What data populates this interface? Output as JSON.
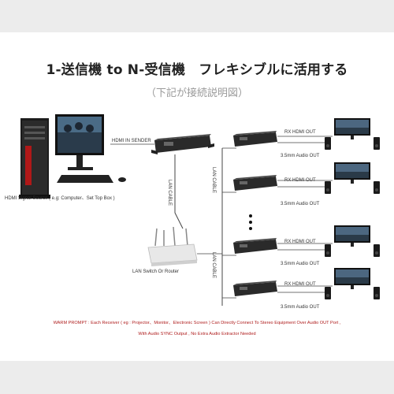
{
  "header": {
    "title": "1-送信機 to N-受信機　フレキシブルに活用する",
    "subtitle": "（下記が接続説明図）"
  },
  "labels": {
    "sender": "HDMI IN SENDER",
    "source": "HDMI Signal Source ( e.g: Computer、Set Top Box )",
    "cable_sender": "LAN CABLE",
    "cable_switch": "LAN CABLE",
    "cable_main": "LAN CABLE",
    "switch": "LAN Switch Or Router",
    "rx_out": "RX HDMI OUT",
    "audio_out": "3.5mm Audio OUT"
  },
  "receivers": [
    {
      "rx": "RX HDMI OUT",
      "audio": "3.5mm Audio OUT"
    },
    {
      "rx": "RX HDMI OUT",
      "audio": "3.5mm Audio OUT"
    },
    {
      "rx": "RX HDMI OUT",
      "audio": "3.5mm Audio OUT"
    },
    {
      "rx": "RX HDMI OUT",
      "audio": "3.5mm Audio OUT"
    }
  ],
  "warning": {
    "line1": "WARM PROMPT : Each Receiver ( eg : Projector、Monitor、Electronic Screen ) Can Directly Connect To Stereo Equipment Over Audio OUT Port ,",
    "line2": "With Audio SYNC Output , No Extra Audio Extractor Needed"
  },
  "colors": {
    "title": "#222222",
    "subtitle": "#9a9a9a",
    "warning": "#b02020",
    "device": "#2a2a2a",
    "line": "#444444"
  }
}
